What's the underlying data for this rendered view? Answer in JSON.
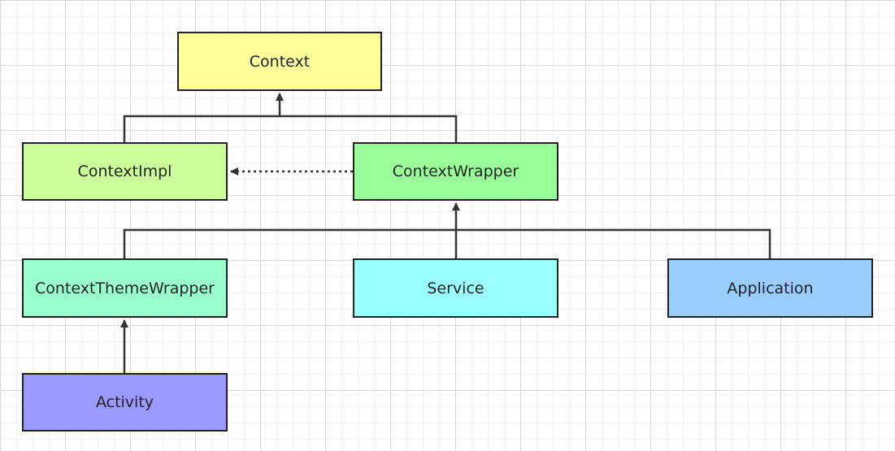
{
  "diagram": {
    "nodes": [
      {
        "id": "context",
        "label": "Context",
        "color": "#ffff99"
      },
      {
        "id": "context_impl",
        "label": "ContextImpl",
        "color": "#ccff99"
      },
      {
        "id": "context_wrapper",
        "label": "ContextWrapper",
        "color": "#99ff99"
      },
      {
        "id": "context_theme_wrapper",
        "label": "ContextThemeWrapper",
        "color": "#99ffcc"
      },
      {
        "id": "service",
        "label": "Service",
        "color": "#99ffff"
      },
      {
        "id": "application",
        "label": "Application",
        "color": "#99ccff"
      },
      {
        "id": "activity",
        "label": "Activity",
        "color": "#9999ff"
      }
    ],
    "edges": [
      {
        "from": "context_impl",
        "to": "context",
        "style": "solid"
      },
      {
        "from": "context_wrapper",
        "to": "context",
        "style": "solid"
      },
      {
        "from": "context_theme_wrapper",
        "to": "context_wrapper",
        "style": "solid"
      },
      {
        "from": "service",
        "to": "context_wrapper",
        "style": "solid"
      },
      {
        "from": "application",
        "to": "context_wrapper",
        "style": "solid"
      },
      {
        "from": "context_wrapper",
        "to": "context_impl",
        "style": "dotted"
      },
      {
        "from": "activity",
        "to": "context_theme_wrapper",
        "style": "solid"
      }
    ]
  }
}
